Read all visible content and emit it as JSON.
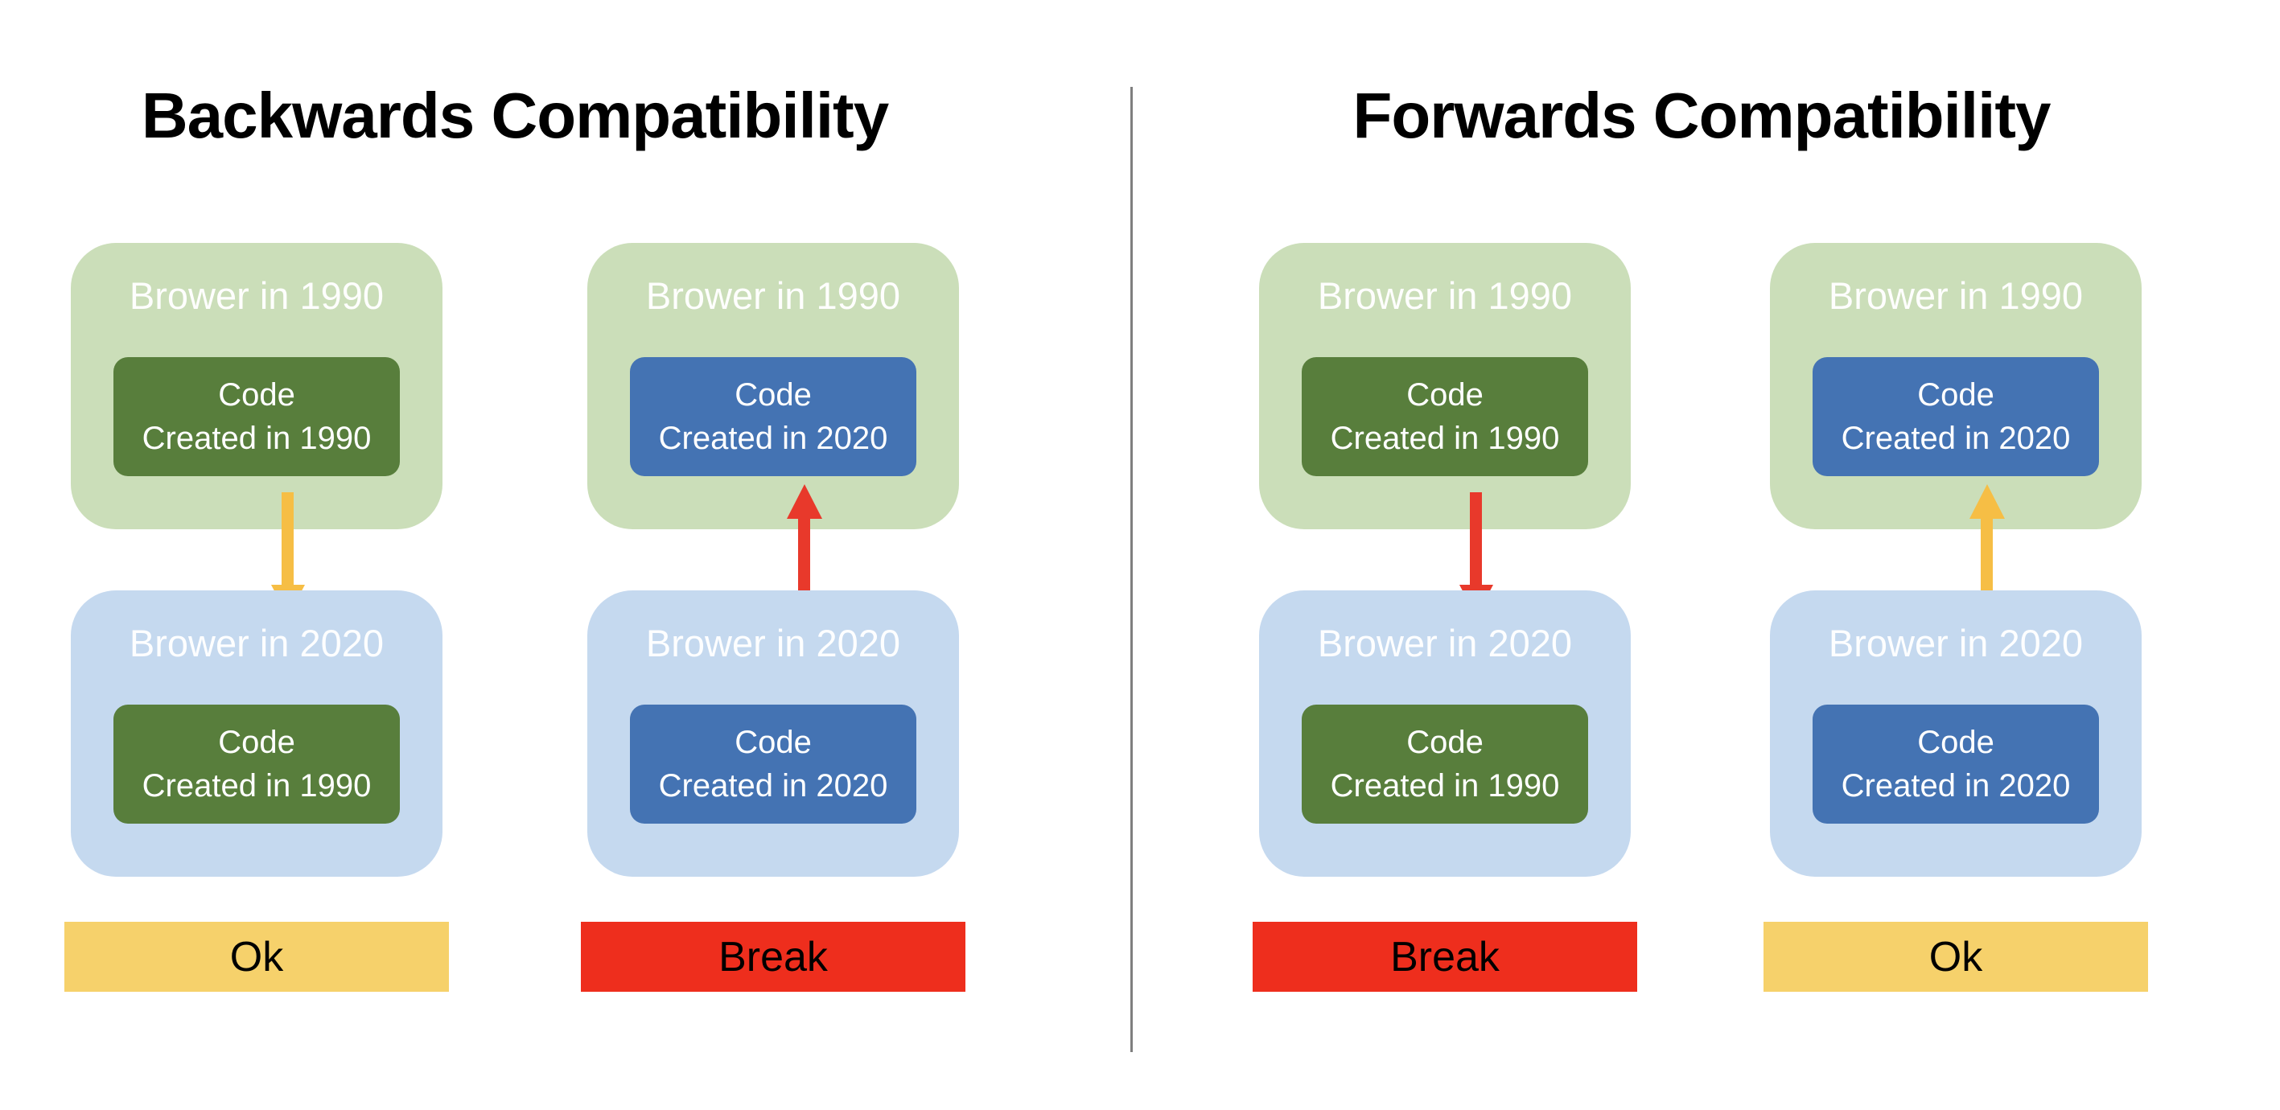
{
  "palette": {
    "lightGreen": "#CBDEB9",
    "darkGreen": "#587E3C",
    "lightBlue": "#C5D9EF",
    "darkBlue": "#4473B3",
    "yellowArrow": "#F6BE45",
    "yellowBar": "#F6D16B",
    "redArrow": "#E8392B",
    "redBar": "#EE2E1D",
    "divider": "#7F7F7F",
    "titleText": "#000000",
    "resultText": "#000000"
  },
  "sections": [
    {
      "title": "Backwards Compatibility",
      "columns": [
        {
          "top_box": {
            "label": "Brower in 1990",
            "variant": "green",
            "code": {
              "line1": "Code",
              "line2": "Created in 1990",
              "variant": "dark-green"
            }
          },
          "arrow": {
            "direction": "down",
            "color": "yellow"
          },
          "bottom_box": {
            "label": "Brower in 2020",
            "variant": "blue",
            "code": {
              "line1": "Code",
              "line2": "Created in 1990",
              "variant": "dark-green"
            }
          },
          "result": {
            "label": "Ok",
            "variant": "yellow"
          }
        },
        {
          "top_box": {
            "label": "Brower in 1990",
            "variant": "green",
            "code": {
              "line1": "Code",
              "line2": "Created in 2020",
              "variant": "dark-blue"
            }
          },
          "arrow": {
            "direction": "up",
            "color": "red"
          },
          "bottom_box": {
            "label": "Brower in 2020",
            "variant": "blue",
            "code": {
              "line1": "Code",
              "line2": "Created in 2020",
              "variant": "dark-blue"
            }
          },
          "result": {
            "label": "Break",
            "variant": "red"
          }
        }
      ]
    },
    {
      "title": "Forwards Compatibility",
      "columns": [
        {
          "top_box": {
            "label": "Brower in 1990",
            "variant": "green",
            "code": {
              "line1": "Code",
              "line2": "Created in 1990",
              "variant": "dark-green"
            }
          },
          "arrow": {
            "direction": "down",
            "color": "red"
          },
          "bottom_box": {
            "label": "Brower in 2020",
            "variant": "blue",
            "code": {
              "line1": "Code",
              "line2": "Created in 1990",
              "variant": "dark-green"
            }
          },
          "result": {
            "label": "Break",
            "variant": "red"
          }
        },
        {
          "top_box": {
            "label": "Brower in 1990",
            "variant": "green",
            "code": {
              "line1": "Code",
              "line2": "Created in 2020",
              "variant": "dark-blue"
            }
          },
          "arrow": {
            "direction": "up",
            "color": "yellow"
          },
          "bottom_box": {
            "label": "Brower in 2020",
            "variant": "blue",
            "code": {
              "line1": "Code",
              "line2": "Created in 2020",
              "variant": "dark-blue"
            }
          },
          "result": {
            "label": "Ok",
            "variant": "yellow"
          }
        }
      ]
    }
  ]
}
